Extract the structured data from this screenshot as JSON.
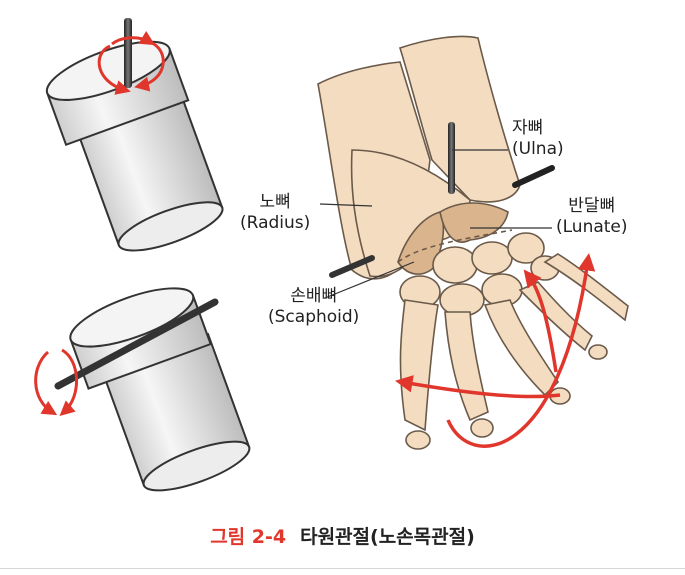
{
  "labels": {
    "ulna": {
      "ko": "자뼈",
      "en": "(Ulna)"
    },
    "radius": {
      "ko": "노뼈",
      "en": "(Radius)"
    },
    "lunate": {
      "ko": "반달뼈",
      "en": "(Lunate)"
    },
    "scaphoid": {
      "ko": "손배뼈",
      "en": "(Scaphoid)"
    }
  },
  "caption": {
    "number": "그림 2-4",
    "title": "타원관절(노손목관절)"
  },
  "colors": {
    "bone": "#f3dcc0",
    "bone_outline": "#6b5a4a",
    "arrow": "#e0362c",
    "highlight": "#d9b48c",
    "cylinder": "#e9e9e9"
  },
  "icons": {
    "rotation_arrows": "circular-arrow-icon",
    "axle_rods": "rod-icon"
  }
}
